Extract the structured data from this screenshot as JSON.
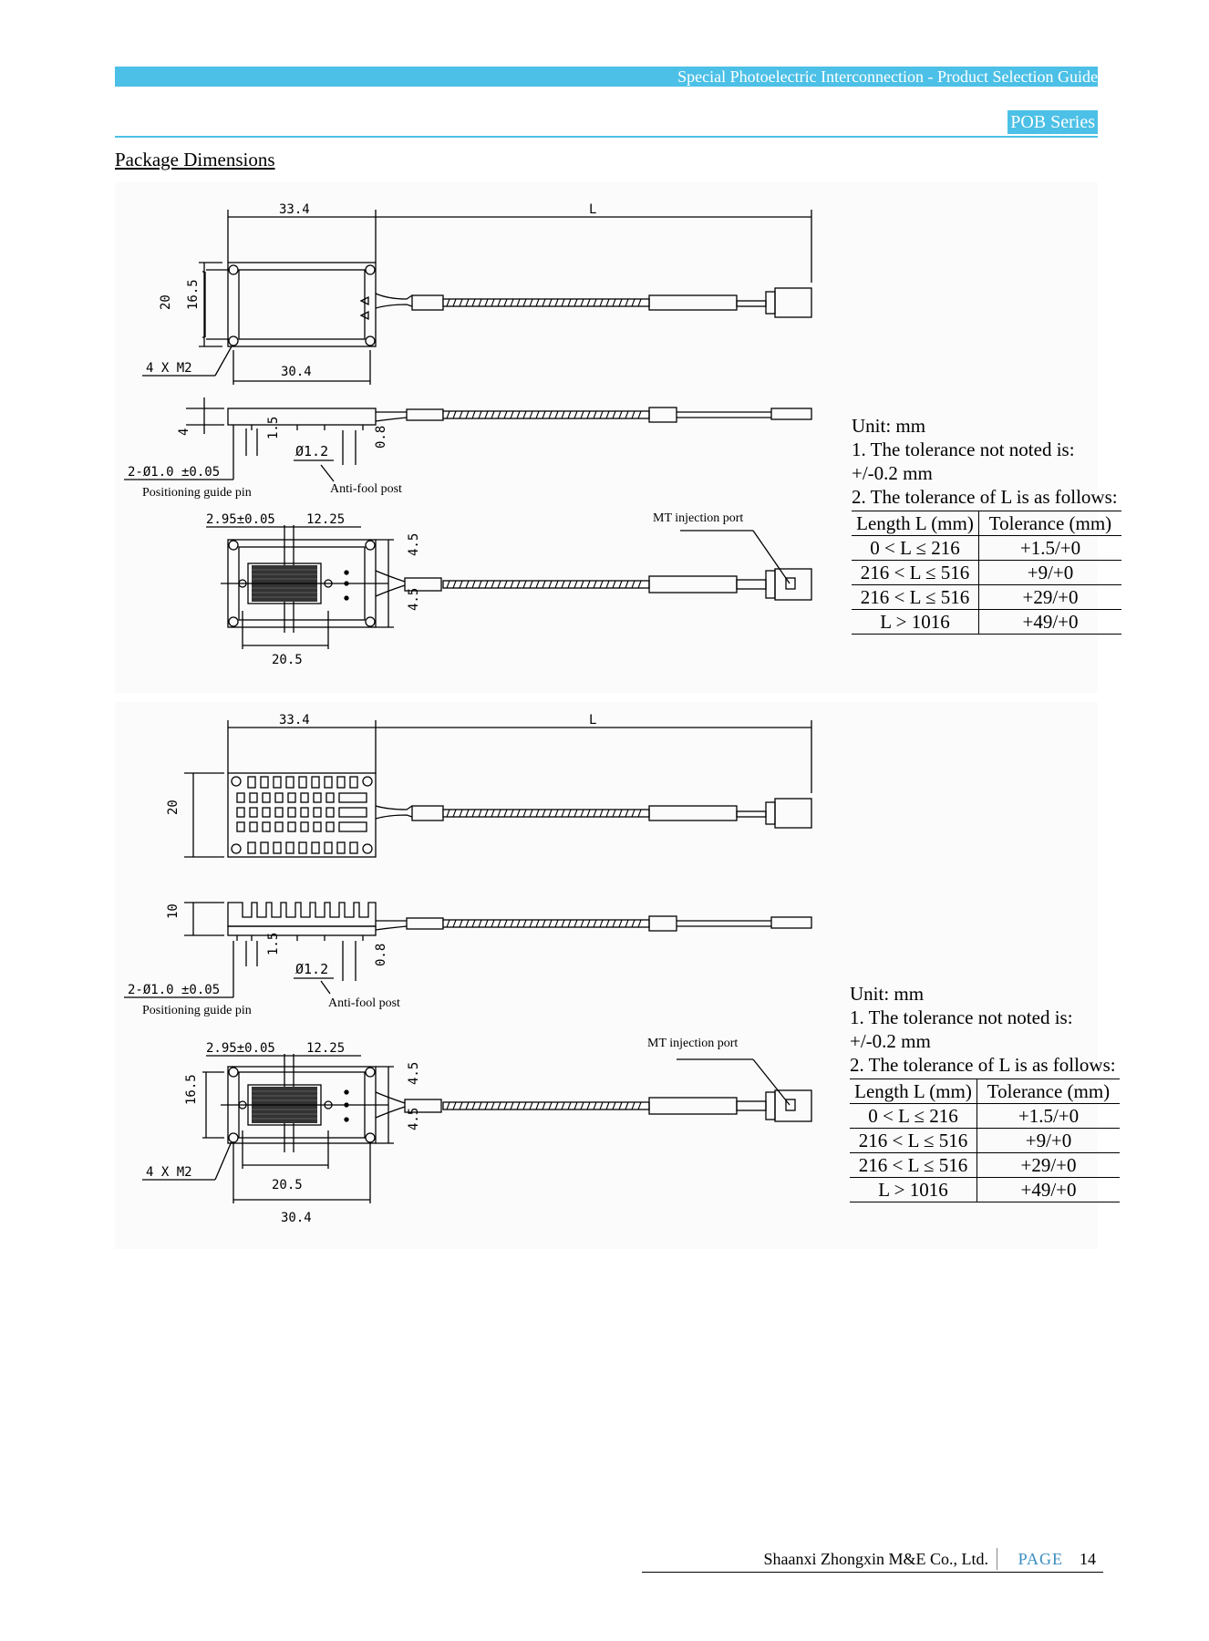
{
  "header": {
    "guide_title": "Special Photoelectric Interconnection - Product Selection Guide",
    "series": "POB Series"
  },
  "section_title": "Package Dimensions",
  "drawing1": {
    "dim_33_4": "33.4",
    "dim_L": "L",
    "dim_20": "20",
    "dim_16_5": "16.5",
    "dim_4xm2": "4 X M2",
    "dim_30_4": "30.4",
    "dim_4": "4",
    "dim_1_5": "1.5",
    "dim_phi12": "Ø1.2",
    "dim_0_8": "0.8",
    "dim_pin": "2-Ø1.0 ±0.05",
    "label_guide_pin": "Positioning guide pin",
    "label_anti_fool": "Anti-fool post",
    "dim_2_95": "2.95±0.05",
    "dim_12_25": "12.25",
    "label_mt": "MT injection port",
    "dim_4_5a": "4.5",
    "dim_4_5b": "4.5",
    "dim_20_5": "20.5"
  },
  "drawing2": {
    "dim_33_4": "33.4",
    "dim_L": "L",
    "dim_20": "20",
    "dim_10": "10",
    "dim_1_5": "1.5",
    "dim_phi12": "Ø1.2",
    "dim_0_8": "0.8",
    "dim_pin": "2-Ø1.0 ±0.05",
    "label_guide_pin": "Positioning guide pin",
    "label_anti_fool": "Anti-fool post",
    "dim_2_95": "2.95±0.05",
    "dim_12_25": "12.25",
    "label_mt": "MT injection port",
    "dim_16_5": "16.5",
    "dim_4_5a": "4.5",
    "dim_4_5b": "4.5",
    "dim_4xm2": "4 X M2",
    "dim_20_5": "20.5",
    "dim_30_4": "30.4"
  },
  "notes1": {
    "unit": "Unit: mm",
    "note1": "1. The tolerance not noted is: +/-0.2 mm",
    "note2": "2. The tolerance of L is as follows:",
    "table": {
      "head": [
        "Length L (mm)",
        "Tolerance (mm)"
      ],
      "rows": [
        [
          "0 < L ≤ 216",
          "+1.5/+0"
        ],
        [
          "216 < L ≤ 516",
          "+9/+0"
        ],
        [
          "216 < L ≤ 516",
          "+29/+0"
        ],
        [
          "L > 1016",
          "+49/+0"
        ]
      ]
    }
  },
  "notes2": {
    "unit": "Unit: mm",
    "note1": "1. The tolerance not noted is: +/-0.2 mm",
    "note2": "2. The tolerance of L is as follows:",
    "table": {
      "head": [
        "Length L (mm)",
        "Tolerance (mm)"
      ],
      "rows": [
        [
          "0 < L ≤ 216",
          "+1.5/+0"
        ],
        [
          "216 < L ≤ 516",
          "+9/+0"
        ],
        [
          "216 < L ≤ 516",
          "+29/+0"
        ],
        [
          "L > 1016",
          "+49/+0"
        ]
      ]
    }
  },
  "footer": {
    "company": "Shaanxi Zhongxin M&E Co., Ltd.",
    "page_label": "PAGE",
    "page_number": "14"
  }
}
